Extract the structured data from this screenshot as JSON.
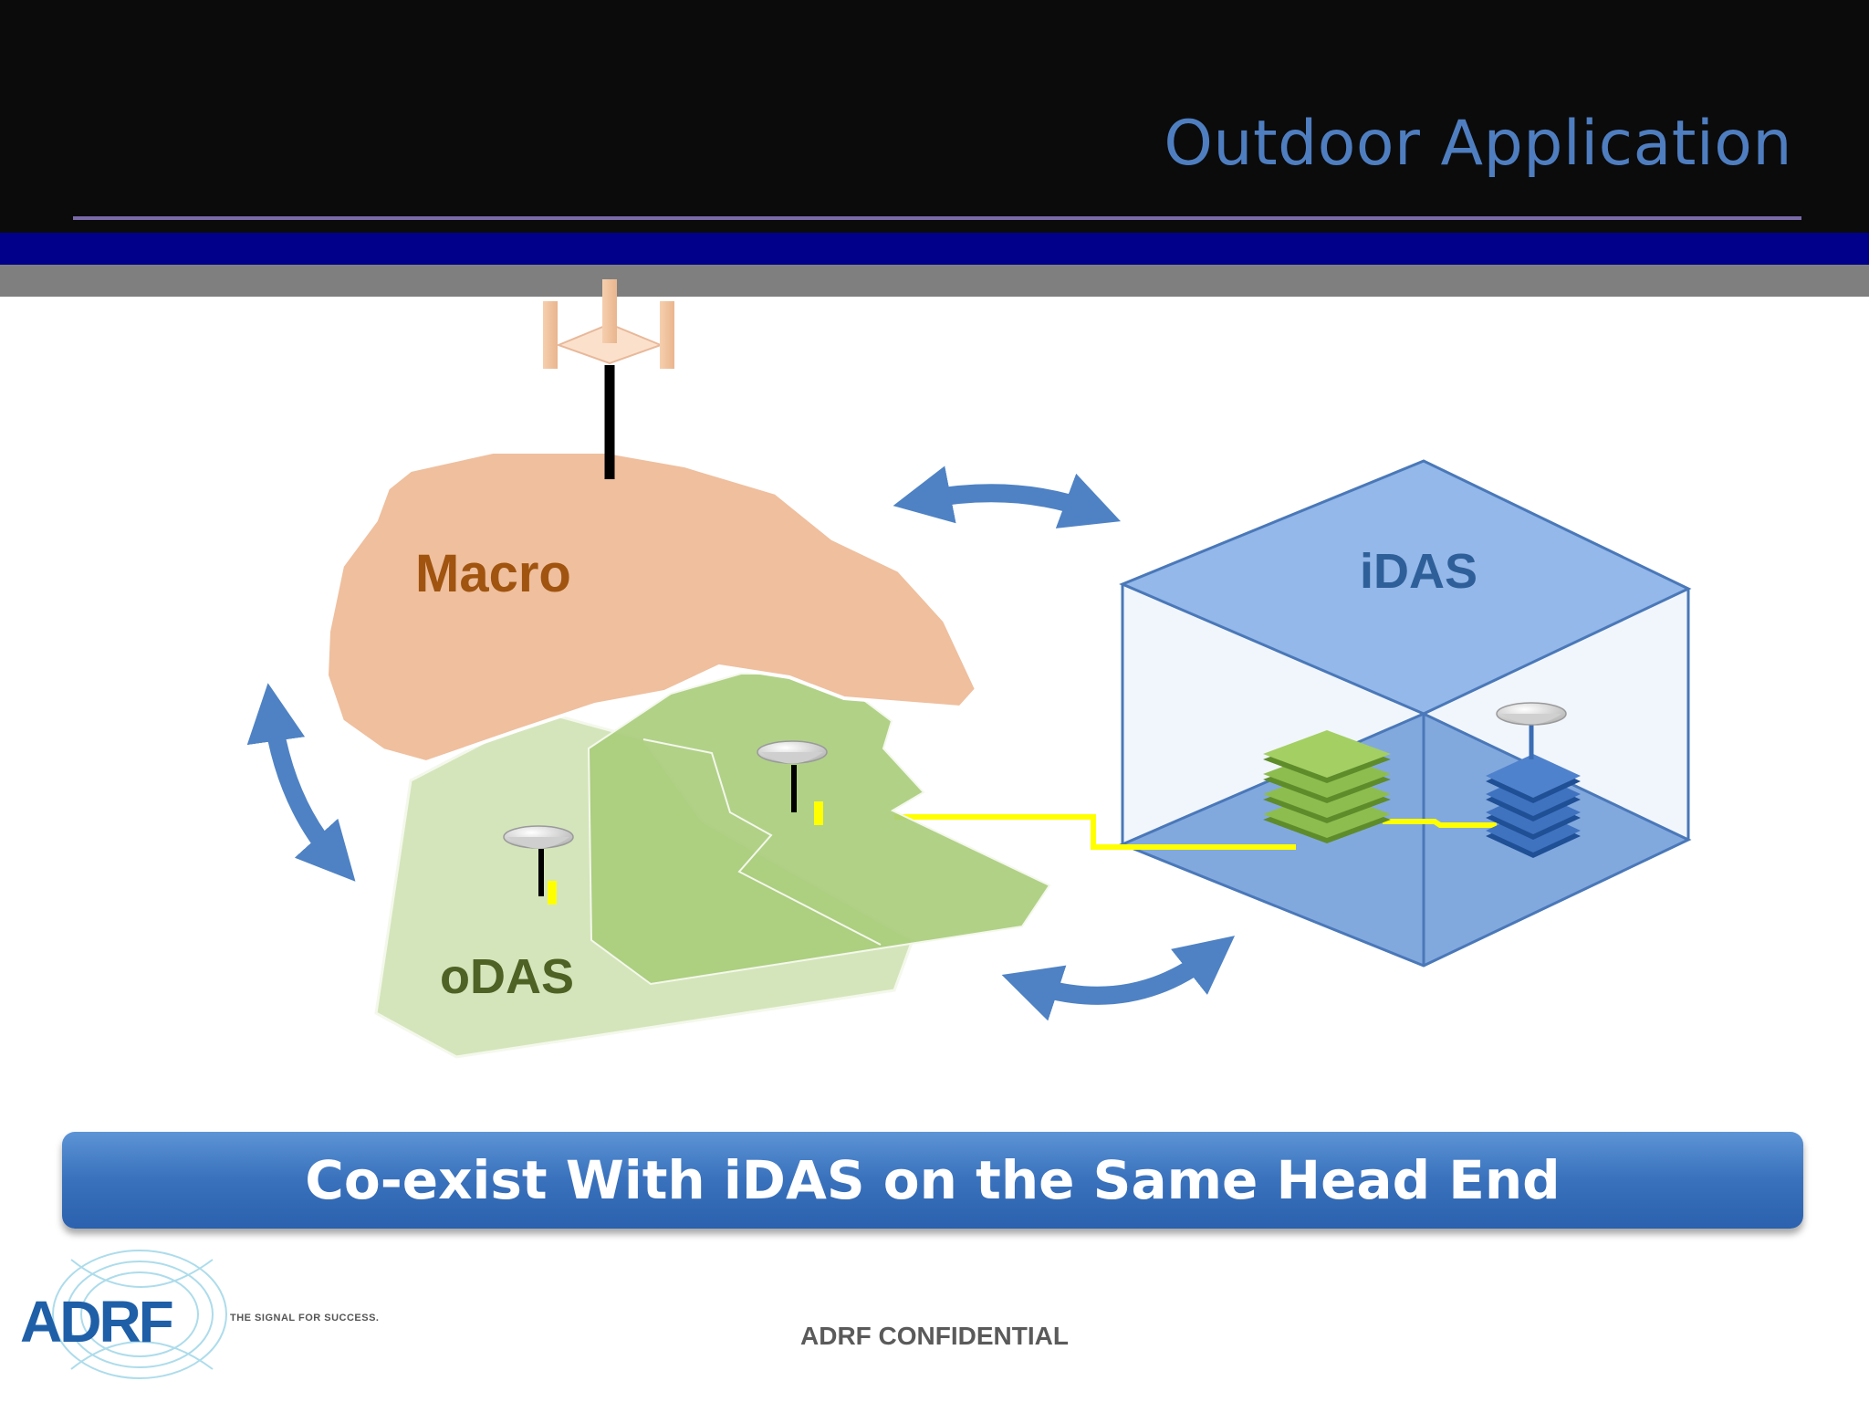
{
  "slide": {
    "title": "Outdoor Application",
    "banner": "Co-exist With iDAS on the Same Head End",
    "footer": "ADRF CONFIDENTIAL"
  },
  "diagram": {
    "labels": {
      "macro": "Macro",
      "odas": "oDAS",
      "idas": "iDAS"
    },
    "colors": {
      "macro": "#efbf9e",
      "macro_text": "#a0540f",
      "odas_light": "#d5e5bb",
      "odas_dark": "#a9cc7a",
      "odas_text": "#4d6224",
      "idas": "#7ea6dc",
      "idas_text": "#2f5f99",
      "arrow": "#4e82c4",
      "fiber": "#ffff00"
    }
  },
  "logo": {
    "text": "ADRF",
    "tagline": "THE SIGNAL FOR SUCCESS."
  }
}
